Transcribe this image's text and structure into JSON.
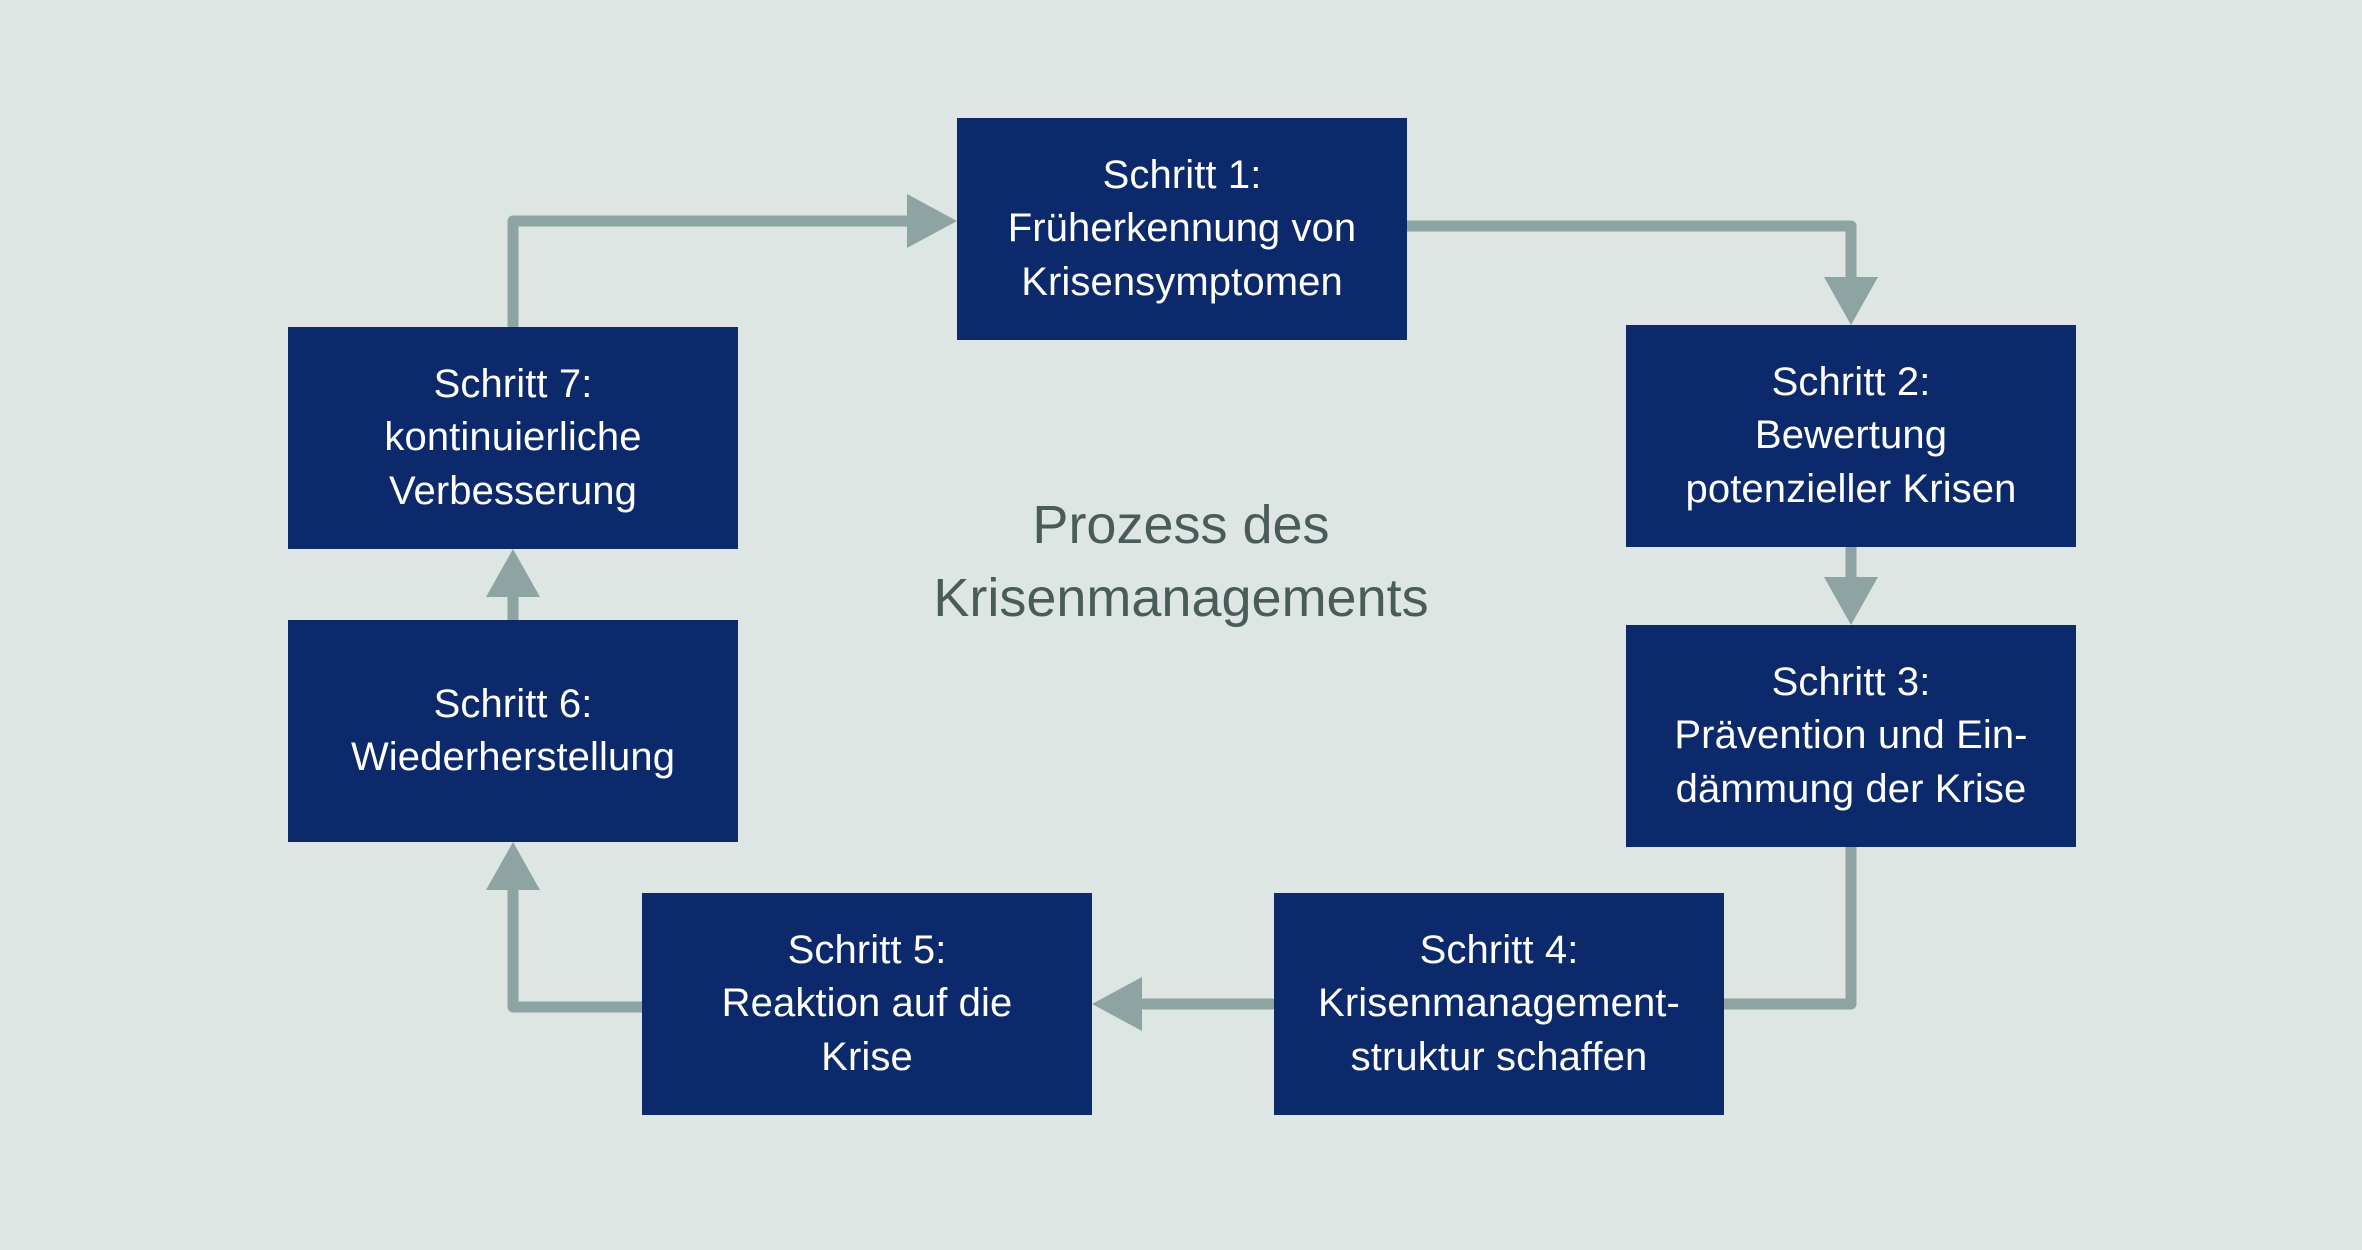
{
  "diagram": {
    "title_lines": [
      "Prozess des",
      "Krisenmanagements"
    ],
    "background_color": "#dee6e4",
    "box_color": "#0c2a6b",
    "box_text_color": "#ffffff",
    "connector_color": "#8da4a3",
    "title_color": "#4a5c5a",
    "steps": [
      {
        "id": "step1",
        "lines": [
          "Schritt 1:",
          "Früherkennung von",
          "Krisensymptomen"
        ]
      },
      {
        "id": "step2",
        "lines": [
          "Schritt 2:",
          "Bewertung",
          "potenzieller Krisen"
        ]
      },
      {
        "id": "step3",
        "lines": [
          "Schritt 3:",
          "Prävention und Ein-",
          "dämmung der Krise"
        ]
      },
      {
        "id": "step4",
        "lines": [
          "Schritt 4:",
          "Krisenmanagement-",
          "struktur schaffen"
        ]
      },
      {
        "id": "step5",
        "lines": [
          "Schritt 5:",
          "Reaktion auf die",
          "Krise"
        ]
      },
      {
        "id": "step6",
        "lines": [
          "Schritt 6:",
          "Wiederherstellung"
        ]
      },
      {
        "id": "step7",
        "lines": [
          "Schritt 7:",
          "kontinuierliche",
          "Verbesserung"
        ]
      }
    ],
    "connectors": [
      {
        "id": "step7-to-step1",
        "from": "step7",
        "to": "step1",
        "direction": "up-right"
      },
      {
        "id": "step1-to-step2",
        "from": "step1",
        "to": "step2",
        "direction": "right-down"
      },
      {
        "id": "step2-to-step3",
        "from": "step2",
        "to": "step3",
        "direction": "down"
      },
      {
        "id": "step3-to-step4",
        "from": "step3",
        "to": "step4",
        "direction": "down-left"
      },
      {
        "id": "step4-to-step5",
        "from": "step4",
        "to": "step5",
        "direction": "left"
      },
      {
        "id": "step5-to-step6",
        "from": "step5",
        "to": "step6",
        "direction": "left-up"
      },
      {
        "id": "step6-to-step7",
        "from": "step6",
        "to": "step7",
        "direction": "up"
      }
    ]
  }
}
